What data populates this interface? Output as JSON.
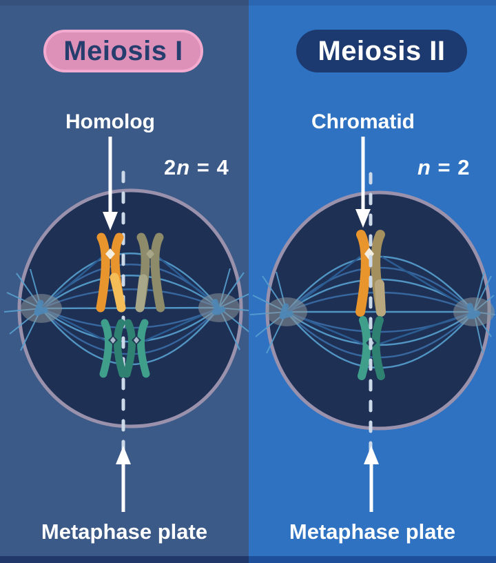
{
  "panels": {
    "left": {
      "title": "Meiosis I",
      "chromosome_label": "Homolog",
      "ploidy_prefix": "2",
      "ploidy_symbol": "n",
      "ploidy_suffix": " = 4",
      "plate_label": "Metaphase plate"
    },
    "right": {
      "title": "Meiosis II",
      "chromosome_label": "Chromatid",
      "ploidy_prefix": "",
      "ploidy_symbol": "n",
      "ploidy_suffix": " = 2",
      "plate_label": "Metaphase plate"
    }
  },
  "colors": {
    "left_bg": "#3c5a87",
    "right_bg": "#2f72c2",
    "top_strip_left": "#35517c",
    "top_strip_right": "#2a66b2",
    "bottom_strip_left": "#20396a",
    "bottom_strip_right": "#1d4f9a",
    "badge_pink": "#dd90b8",
    "badge_pink_border": "#f2abce",
    "badge_pink_text": "#263e6e",
    "badge_navy": "#1c3a70",
    "badge_navy_text": "#ffffff",
    "cell_fill": "#1f3055",
    "cell_stroke": "#9a92ad",
    "fiber_light": "#57a0d0",
    "fiber_dim": "#3a6ea6",
    "kineto_fiber": "#2b5c92",
    "centrosome": "#8a9399",
    "centriole": "#4e87b6",
    "dash": "#cbd9e8",
    "arrow_white": "#ffffff",
    "chr_orange": "#e9952e",
    "chr_orange_light": "#f4bd58",
    "chr_olive": "#8d8b69",
    "chr_olive_light": "#a9a78a",
    "chr_tan": "#a4905e",
    "chr_tan_light": "#b9a87f",
    "chr_teal": "#3f9f8a",
    "chr_teal_dark": "#2f8172",
    "centromere_white": "#f5efe2",
    "centromere_dark": "#1c2c4e"
  }
}
